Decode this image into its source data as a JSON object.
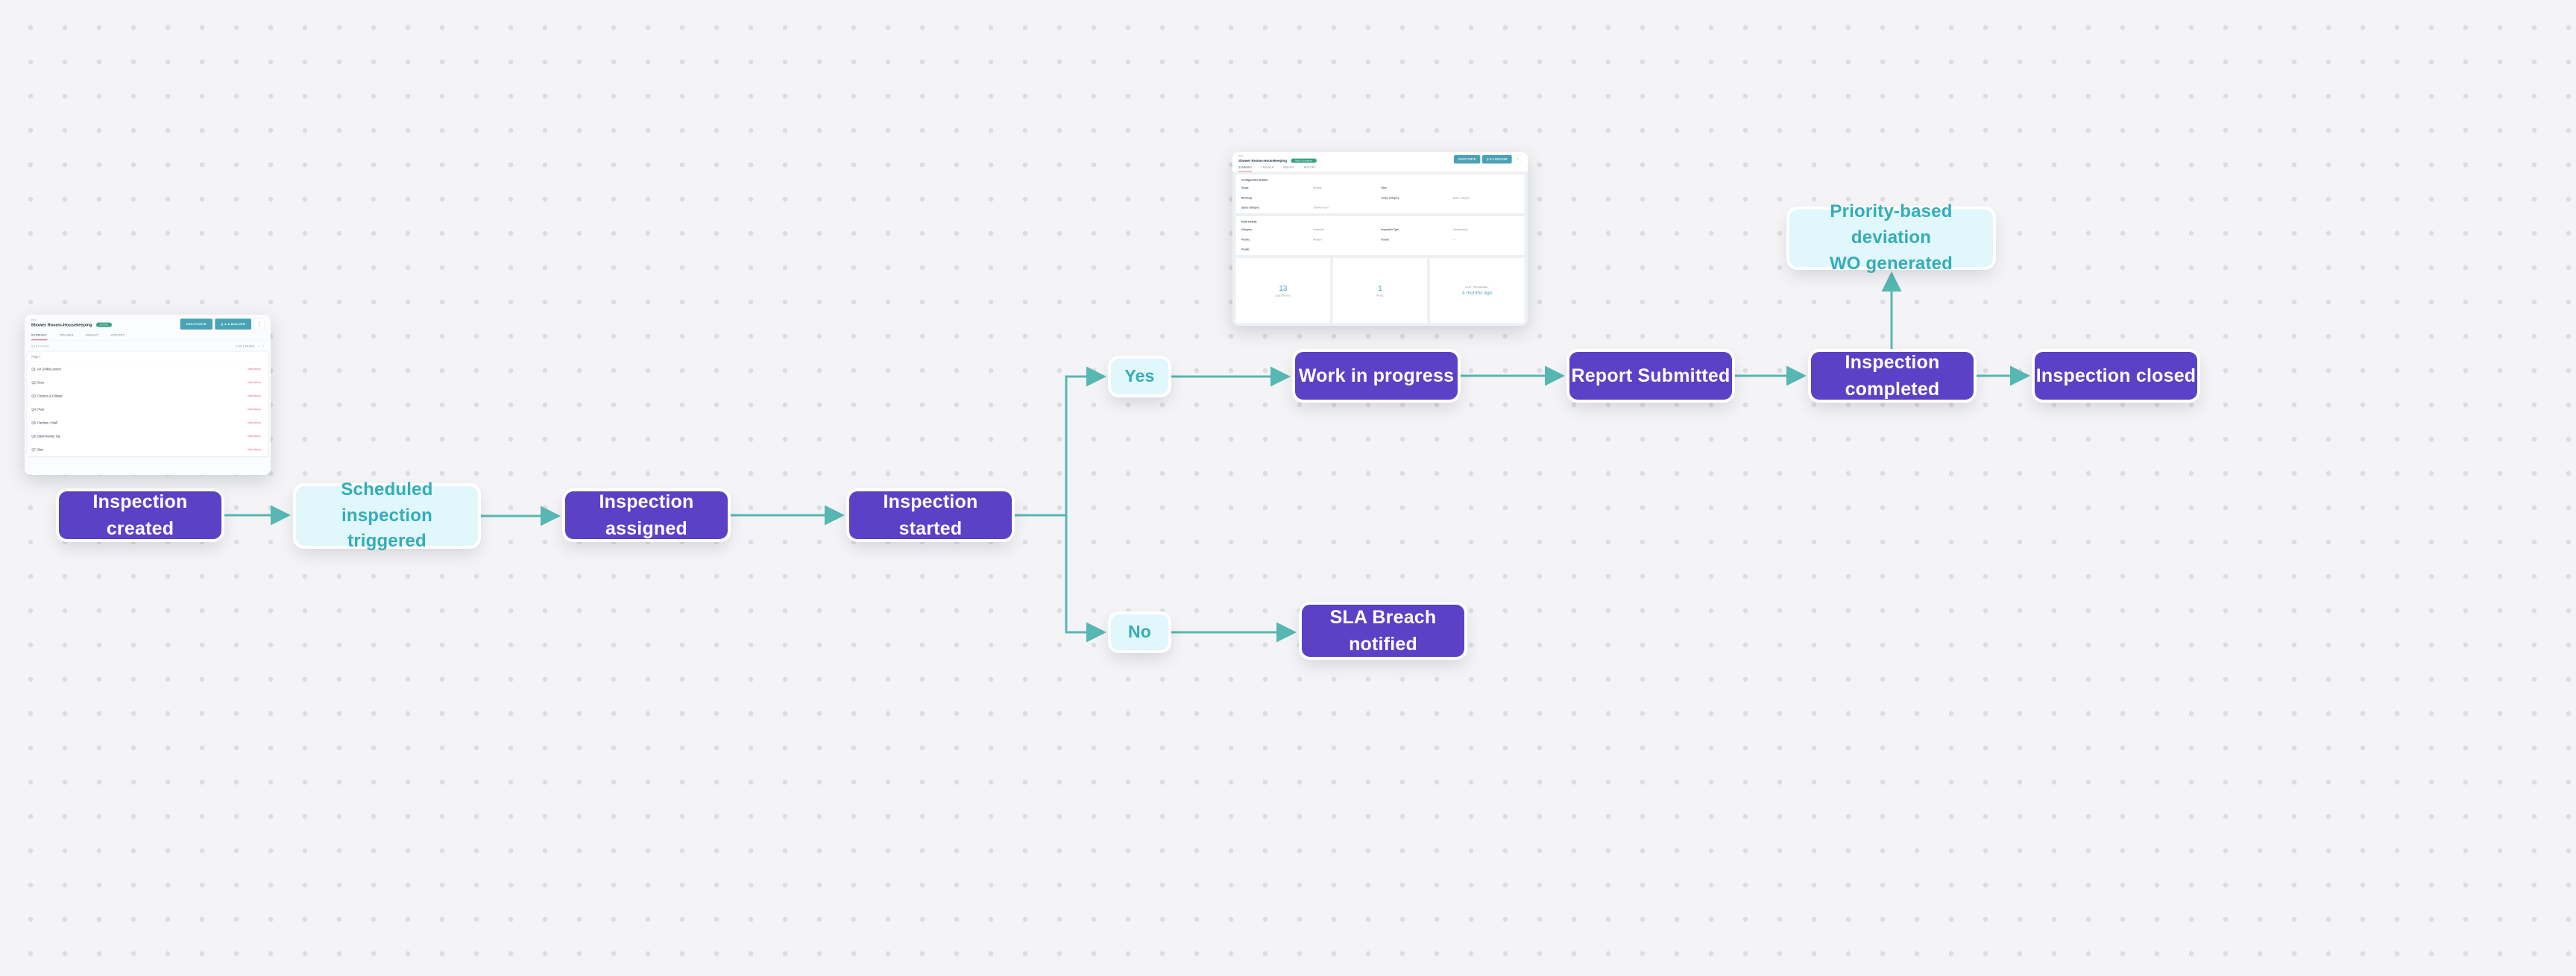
{
  "colors": {
    "purple_node": "#5b41c6",
    "cyan_node_bg": "#e0f7fb",
    "cyan_node_text": "#35acb7",
    "connector_teal": "#57b7b2",
    "canvas_bg": "#f4f4f6"
  },
  "icons": {
    "kebab": "⋮",
    "chevron_left": "‹",
    "chevron_right": "›"
  },
  "flow": {
    "nodes": [
      {
        "label": "Inspection created",
        "type": "purple"
      },
      {
        "label": "Scheduled inspection\ntriggered",
        "type": "cyan"
      },
      {
        "label": "Inspection assigned",
        "type": "purple"
      },
      {
        "label": "Inspection started",
        "type": "purple"
      },
      {
        "label": "Yes",
        "type": "cyan"
      },
      {
        "label": "No",
        "type": "cyan"
      },
      {
        "label": "Work in progress",
        "type": "purple"
      },
      {
        "label": "Report Submitted",
        "type": "purple"
      },
      {
        "label": "Inspection completed",
        "type": "purple"
      },
      {
        "label": "Inspection closed",
        "type": "purple"
      },
      {
        "label": "Priority-based deviation\nWO generated",
        "type": "cyan"
      },
      {
        "label": "SLA Breach notified",
        "type": "purple"
      }
    ]
  },
  "template_card": {
    "ref": "#16",
    "title": "Shower Rooms-Housekeeping",
    "status_badge": "ACTIVE",
    "buttons": {
      "deactivate": "DEACTIVATE",
      "qa_builder": "Q & A BUILDER"
    },
    "tabs": [
      "SUMMARY",
      "TRIGGER",
      "INSIGHT",
      "HISTORY"
    ],
    "questions_label": "QUESTIONS",
    "pagination": "1 OF 1 PAGES",
    "page_header": "Page 1",
    "mandatory_label": "Mandatory",
    "questions": [
      "Q1. Air Grille/Louvers",
      "Q2. Door",
      "Q3. Fixtures & Fittings",
      "Q4. Floor",
      "Q5. Partition / Wall",
      "Q6. Basin/Vanity Top",
      "Q7. Bins"
    ]
  },
  "summary_card": {
    "ref": "#16",
    "title": "Shower Rooms-Housekeeping",
    "status_badge": "Work in progress",
    "buttons": {
      "deactivate": "DEACTIVATE",
      "qa_builder": "Q & A BUILDER"
    },
    "tabs": [
      "SUMMARY",
      "TRIGGER",
      "INSIGHT",
      "HISTORY"
    ],
    "config_section": {
      "title": "Configuration Details",
      "fields": [
        {
          "label": "Scope",
          "value": "Multiple"
        },
        {
          "label": "Sites",
          "value": ""
        },
        {
          "label": "Buildings",
          "value": ""
        },
        {
          "label": "Scope Category",
          "value": "Space Category"
        },
        {
          "label": "Space Category",
          "value": "Shower Room"
        }
      ]
    },
    "field_section": {
      "title": "Field Details",
      "fields": [
        {
          "label": "Category",
          "value": "Inspection"
        },
        {
          "label": "Inspection Type",
          "value": "Housekeeping"
        },
        {
          "label": "Priority",
          "value": "Medium"
        },
        {
          "label": "Vendor",
          "value": "----"
        },
        {
          "label": "People",
          "value": ""
        }
      ]
    },
    "stats": [
      {
        "value": "13",
        "label": "QUESTIONS"
      },
      {
        "value": "1",
        "label": "PAGE"
      },
      {
        "label": "LAST TRIGGERED:",
        "value": "4 months ago"
      }
    ]
  }
}
